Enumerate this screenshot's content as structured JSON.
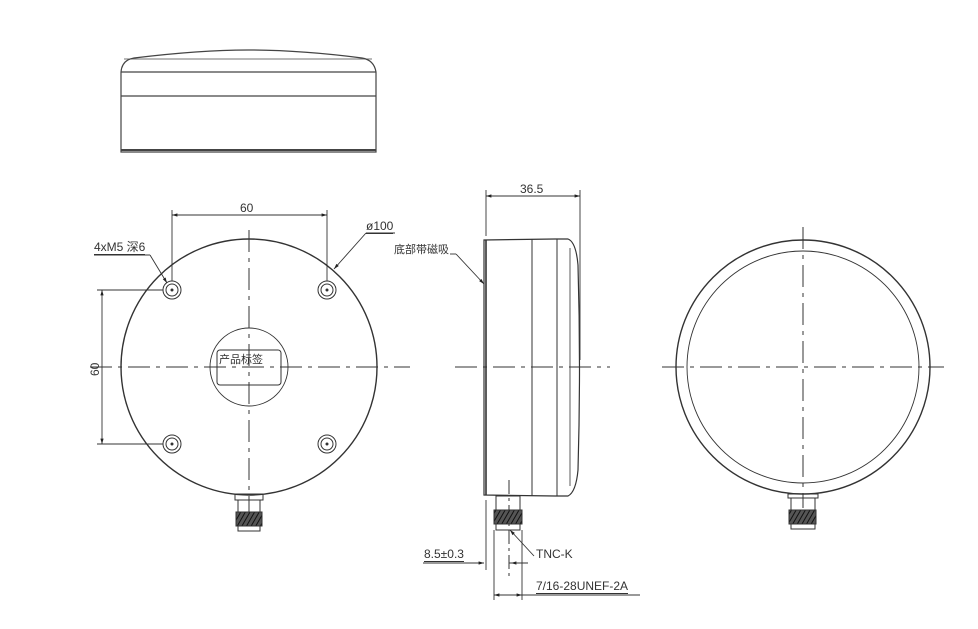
{
  "drawing": {
    "title": "Round magnetic-mount antenna dimensional drawing",
    "views": [
      "top-view",
      "bottom-view",
      "side-view",
      "front-view"
    ],
    "line_color": "#333333",
    "background": "#ffffff"
  },
  "dimensions": {
    "hole_spacing_horizontal": "60",
    "hole_spacing_vertical": "60",
    "diameter": "ø100",
    "height": "36.5",
    "connector_offset": "8.5±0.3"
  },
  "annotations": {
    "holes": "4xM5 深6",
    "label_area": "产品标签",
    "magnetic_base": "底部带磁吸",
    "connector_type": "TNC-K",
    "thread_spec": "7/16-28UNEF-2A"
  }
}
